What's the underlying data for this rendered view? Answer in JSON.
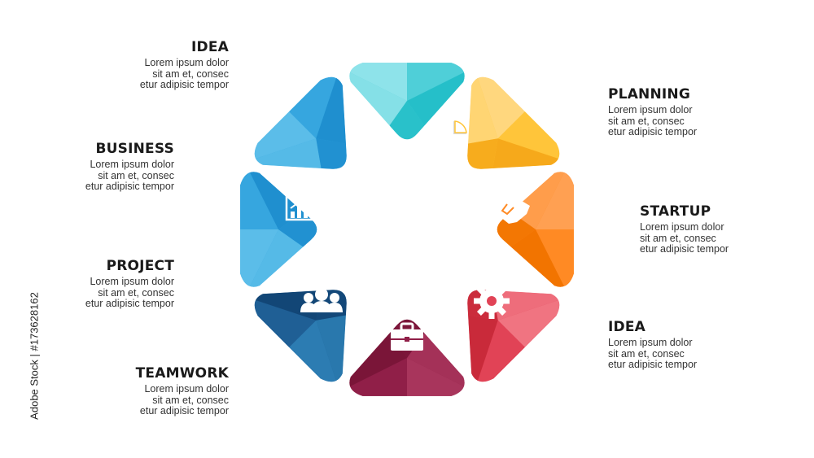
{
  "segments": [
    {
      "title": "IDEA",
      "body": "Lorem ipsum dolor\nsit am et, consec\netur adipisic tempor",
      "icon": "lightbulb-icon",
      "colors": [
        "#8ee3ea",
        "#4fcfd8",
        "#25bfc9"
      ]
    },
    {
      "title": "PLANNING",
      "body": "Lorem ipsum dolor\nsit am et, consec\netur adipisic tempor",
      "icon": "pie-chart-icon",
      "colors": [
        "#ffd77e",
        "#ffc53a",
        "#f6a91b"
      ]
    },
    {
      "title": "STARTUP",
      "body": "Lorem ipsum dolor\nsit am et, consec\netur adipisic tempor",
      "icon": "handshake-icon",
      "colors": [
        "#ffa052",
        "#ff8a24",
        "#f27400"
      ]
    },
    {
      "title": "IDEA",
      "body": "Lorem ipsum dolor\nsit am et, consec\netur adipisic tempor",
      "icon": "gear-icon",
      "colors": [
        "#f07481",
        "#e14356",
        "#c92a3a"
      ]
    },
    {
      "title": "",
      "body": "",
      "icon": "briefcase-icon",
      "colors": [
        "#a8355c",
        "#901f48",
        "#7a1538"
      ]
    },
    {
      "title": "TEAMWORK",
      "body": "Lorem ipsum dolor\nsit am et, consec\netur adipisic tempor",
      "icon": "team-icon",
      "colors": [
        "#2c7cb2",
        "#1f5f95",
        "#124676"
      ]
    },
    {
      "title": "PROJECT",
      "body": "Lorem ipsum dolor\nsit am et, consec\netur adipisic tempor",
      "icon": "",
      "colors": [
        "#5bbde9",
        "#36a6df",
        "#1f8fcf"
      ]
    },
    {
      "title": "BUSINESS",
      "body": "Lorem ipsum dolor\nsit am et, consec\netur adipisic tempor",
      "icon": "bar-chart-icon",
      "colors": [
        "#5bbde9",
        "#36a6df",
        "#1f8fcf"
      ]
    }
  ],
  "side_text": "Adobe Stock | #173628162"
}
